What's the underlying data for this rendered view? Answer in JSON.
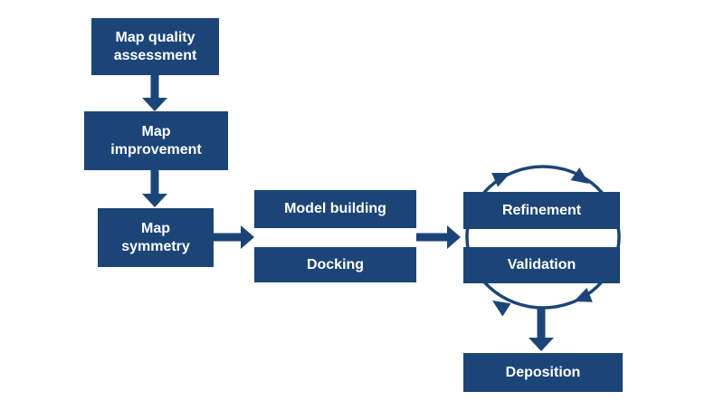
{
  "diagram": {
    "boxes": {
      "map_quality": "Map quality\nassessment",
      "map_improvement": "Map\nimprovement",
      "map_symmetry": "Map\nsymmetry",
      "model_building": "Model building",
      "docking": "Docking",
      "refinement": "Refinement",
      "validation": "Validation",
      "deposition": "Deposition"
    },
    "colors": {
      "box_fill": "#1c4577",
      "arrow": "#1c4577",
      "text": "#ffffff",
      "background": "#ffffff"
    }
  }
}
